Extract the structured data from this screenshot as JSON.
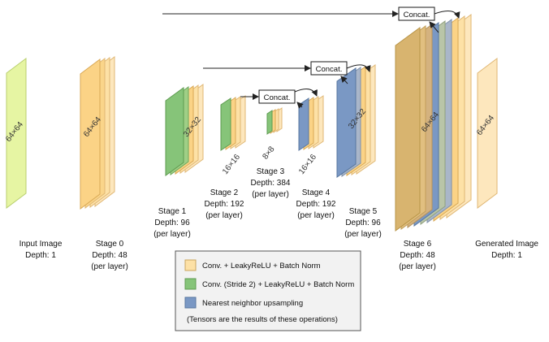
{
  "colors": {
    "input": "#e6f5a3",
    "conv": "#fde1a6",
    "conv_orange": "#fbd386",
    "stride": "#86c479",
    "upsample": "#7a98c4",
    "output": "#fde7bd",
    "box_border": "#1a1a1a"
  },
  "tensors": {
    "input_size": "64×64",
    "stage0_size": "64×64",
    "stage1_size": "32×32",
    "stage2_size": "16×16",
    "stage3_size": "8×8",
    "stage4_size": "16×16",
    "stage5_size": "32×32",
    "stage6_size": "64×64",
    "output_size": "64×64"
  },
  "concat_label": "Concat.",
  "stages": {
    "input": {
      "line1": "Input Image",
      "line2": "Depth: 1"
    },
    "s0": {
      "line1": "Stage 0",
      "line2": "Depth: 48",
      "line3": "(per layer)"
    },
    "s1": {
      "line1": "Stage 1",
      "line2": "Depth: 96",
      "line3": "(per layer)"
    },
    "s2": {
      "line1": "Stage 2",
      "line2": "Depth: 192",
      "line3": "(per layer)"
    },
    "s3": {
      "line1": "Stage 3",
      "line2": "Depth: 384",
      "line3": "(per layer)"
    },
    "s4": {
      "line1": "Stage 4",
      "line2": "Depth: 192",
      "line3": "(per layer)"
    },
    "s5": {
      "line1": "Stage 5",
      "line2": "Depth: 96",
      "line3": "(per layer)"
    },
    "s6": {
      "line1": "Stage 6",
      "line2": "Depth: 48",
      "line3": "(per layer)"
    },
    "output": {
      "line1": "Generated Image",
      "line2": "Depth: 1"
    }
  },
  "legend": {
    "item1": "Conv. + LeakyReLU + Batch Norm",
    "item2": "Conv. (Stride 2) + LeakyReLU + Batch Norm",
    "item3": "Nearest neighbor upsampling",
    "note": "(Tensors are the results of these operations)"
  }
}
